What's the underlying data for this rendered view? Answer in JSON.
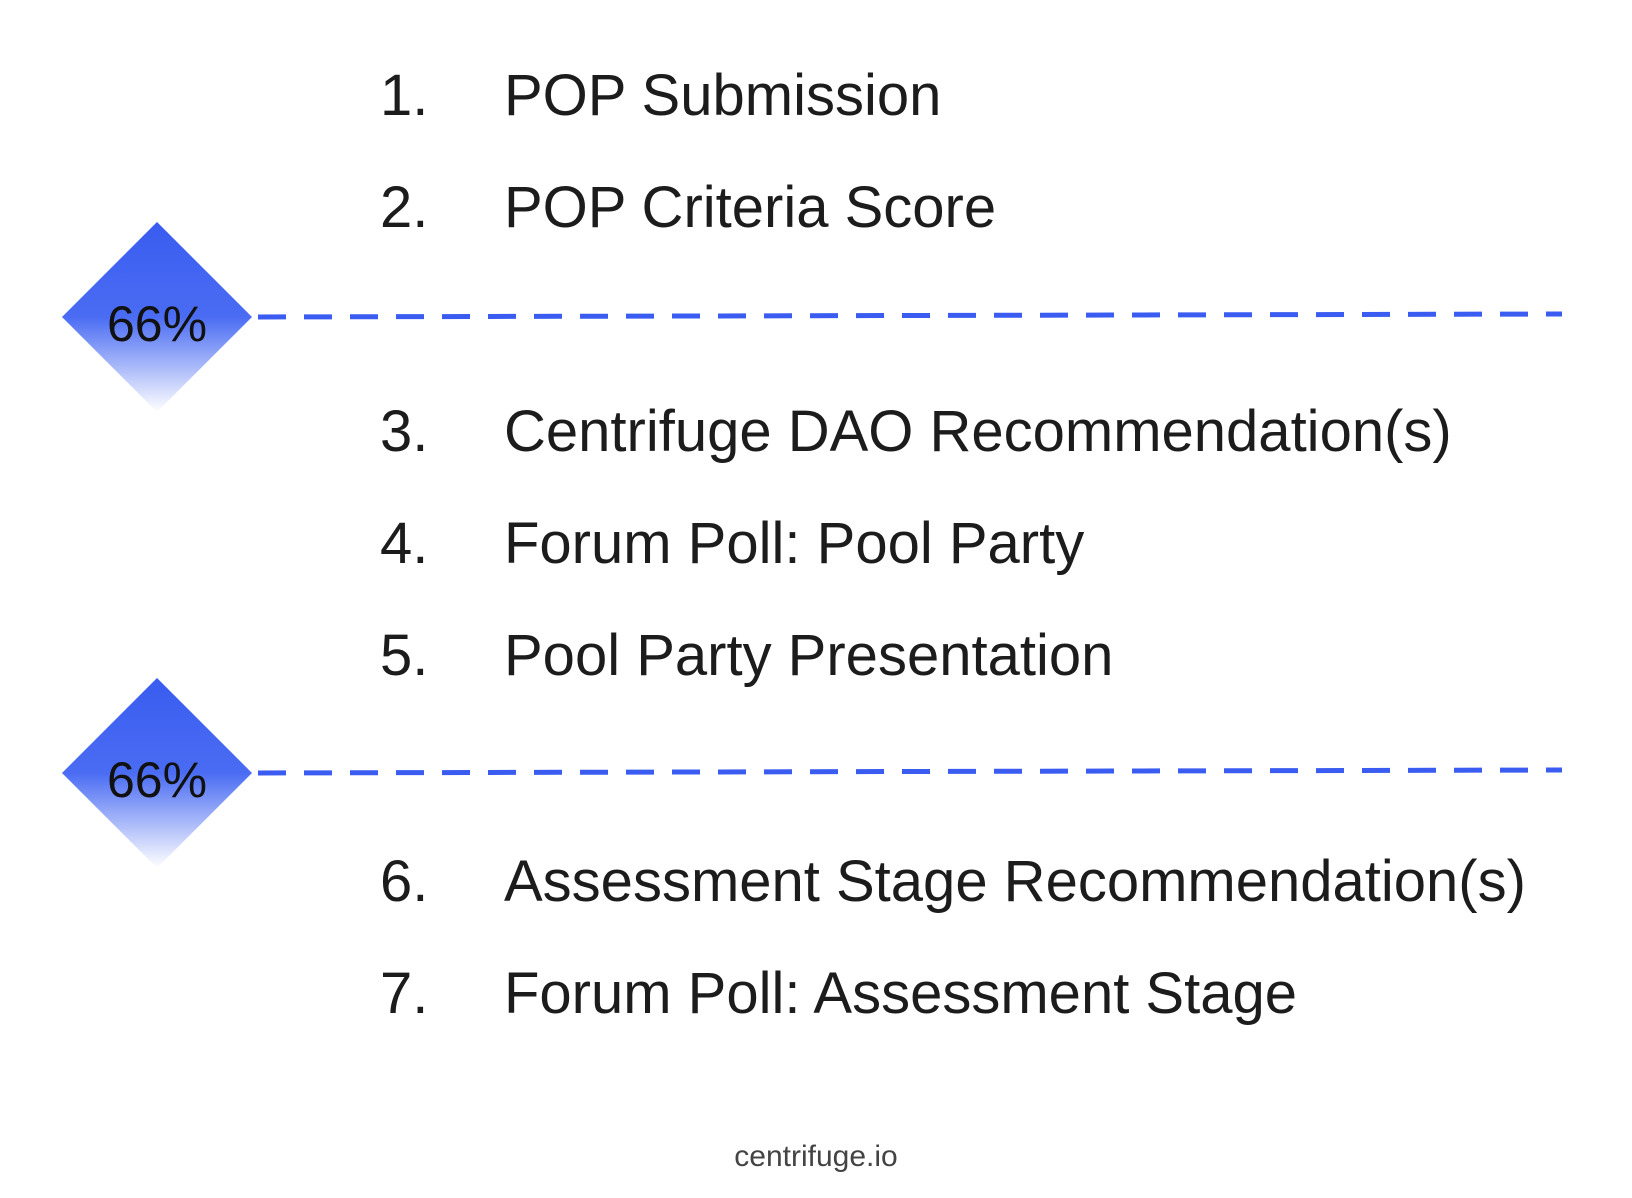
{
  "steps": [
    {
      "number": "1.",
      "label": "POP Submission"
    },
    {
      "number": "2.",
      "label": "POP Criteria Score"
    },
    {
      "number": "3.",
      "label": "Centrifuge DAO Recommendation(s)"
    },
    {
      "number": "4.",
      "label": "Forum Poll: Pool Party"
    },
    {
      "number": "5.",
      "label": "Pool Party Presentation"
    },
    {
      "number": "6.",
      "label": "Assessment Stage Recommendation(s)"
    },
    {
      "number": "7.",
      "label": "Forum Poll: Assessment Stage"
    }
  ],
  "thresholds": [
    {
      "label": "66%"
    },
    {
      "label": "66%"
    }
  ],
  "footer": {
    "text": "centrifuge.io"
  },
  "colors": {
    "accent": "#3a5cf0",
    "text": "#1c1c1c",
    "footer": "#444444"
  }
}
